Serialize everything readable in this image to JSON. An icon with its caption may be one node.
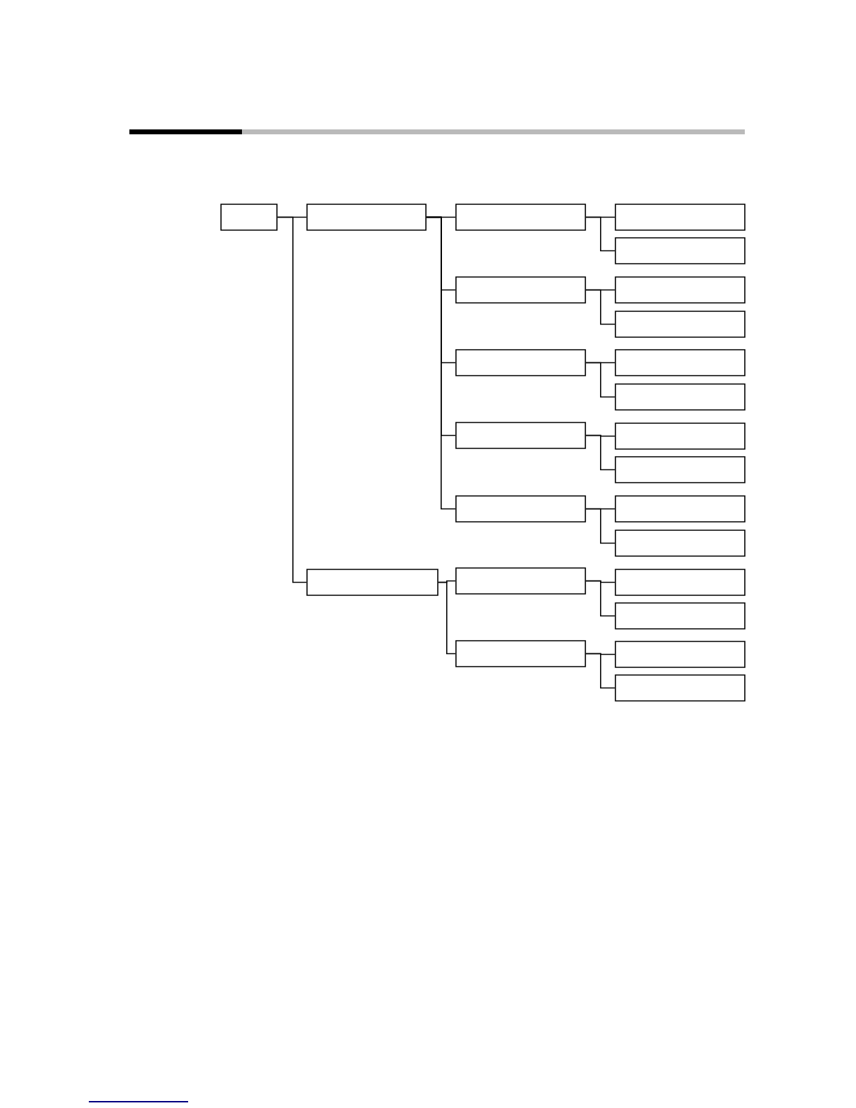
{
  "diagram": {
    "nodes": [
      {
        "text": [],
        "shape": "box"
      },
      {
        "text": [],
        "shape": "box"
      },
      {
        "text": [],
        "shape": "box"
      },
      {
        "text": [],
        "shape": "box"
      },
      {
        "text": [],
        "shape": "box"
      },
      {
        "text": [],
        "shape": "box"
      },
      {
        "text": [],
        "shape": "box"
      },
      {
        "text": [],
        "shape": "box"
      },
      {
        "text": [],
        "shape": "box"
      },
      {
        "text": [],
        "shape": "box"
      },
      {
        "text": [],
        "shape": "box"
      },
      {
        "text": [],
        "shape": "box"
      },
      {
        "text": [],
        "shape": "box"
      },
      {
        "text": [],
        "shape": "box"
      },
      {
        "text": [],
        "shape": "box"
      },
      {
        "text": [],
        "shape": "box"
      },
      {
        "text": [],
        "shape": "box"
      },
      {
        "text": [],
        "shape": "box"
      },
      {
        "text": [],
        "shape": "box"
      },
      {
        "text": [],
        "shape": "box"
      },
      {
        "text": [],
        "shape": "box"
      },
      {
        "text": [],
        "shape": "box"
      },
      {
        "text": [],
        "shape": "box"
      },
      {
        "text": [],
        "shape": "box"
      }
    ],
    "edges": [
      {
        "from": 0,
        "to": 1,
        "arrow": "none"
      },
      {
        "from": 0,
        "to": 17,
        "arrow": "none"
      },
      {
        "from": 1,
        "to": 2,
        "arrow": "none"
      },
      {
        "from": 1,
        "to": 5,
        "arrow": "none"
      },
      {
        "from": 1,
        "to": 8,
        "arrow": "none"
      },
      {
        "from": 1,
        "to": 11,
        "arrow": "none"
      },
      {
        "from": 1,
        "to": 14,
        "arrow": "none"
      },
      {
        "from": 2,
        "to": 3,
        "arrow": "none"
      },
      {
        "from": 2,
        "to": 4,
        "arrow": "none"
      },
      {
        "from": 5,
        "to": 6,
        "arrow": "none"
      },
      {
        "from": 5,
        "to": 7,
        "arrow": "none"
      },
      {
        "from": 8,
        "to": 9,
        "arrow": "none"
      },
      {
        "from": 8,
        "to": 10,
        "arrow": "none"
      },
      {
        "from": 11,
        "to": 12,
        "arrow": "none"
      },
      {
        "from": 11,
        "to": 13,
        "arrow": "none"
      },
      {
        "from": 14,
        "to": 15,
        "arrow": "none"
      },
      {
        "from": 14,
        "to": 16,
        "arrow": "none"
      },
      {
        "from": 17,
        "to": 18,
        "arrow": "none"
      },
      {
        "from": 17,
        "to": 21,
        "arrow": "none"
      },
      {
        "from": 18,
        "to": 19,
        "arrow": "none"
      },
      {
        "from": 18,
        "to": 20,
        "arrow": "none"
      },
      {
        "from": 21,
        "to": 22,
        "arrow": "none"
      },
      {
        "from": 21,
        "to": 23,
        "arrow": "none"
      }
    ]
  }
}
